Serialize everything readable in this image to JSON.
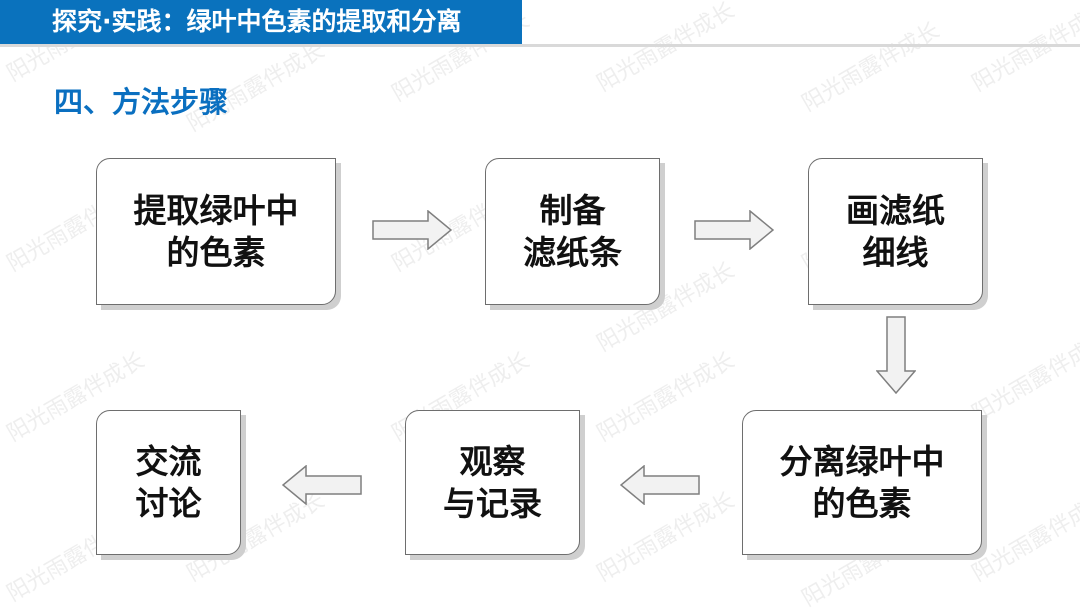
{
  "header": {
    "title": "探究·实践：绿叶中色素的提取和分离"
  },
  "section": {
    "title": "四、方法步骤"
  },
  "steps": [
    {
      "line1": "提取绿叶中",
      "line2": "的色素"
    },
    {
      "line1": "制备",
      "line2": "滤纸条"
    },
    {
      "line1": "画滤纸",
      "line2": "细线"
    },
    {
      "line1": "分离绿叶中",
      "line2": "的色素"
    },
    {
      "line1": "观察",
      "line2": "与记录"
    },
    {
      "line1": "交流",
      "line2": "讨论"
    }
  ],
  "watermark": {
    "text": "阳光雨露伴成长"
  },
  "colors": {
    "accent": "#0a72bd",
    "heading": "#0a6fc0",
    "box_border": "#6e6e6e",
    "arrow_fill": "#f2f2f2",
    "arrow_stroke": "#7f7f7f"
  },
  "icons": {
    "arrows": [
      "right-arrow-icon",
      "right-arrow-icon",
      "down-arrow-icon",
      "left-arrow-icon",
      "left-arrow-icon"
    ]
  }
}
